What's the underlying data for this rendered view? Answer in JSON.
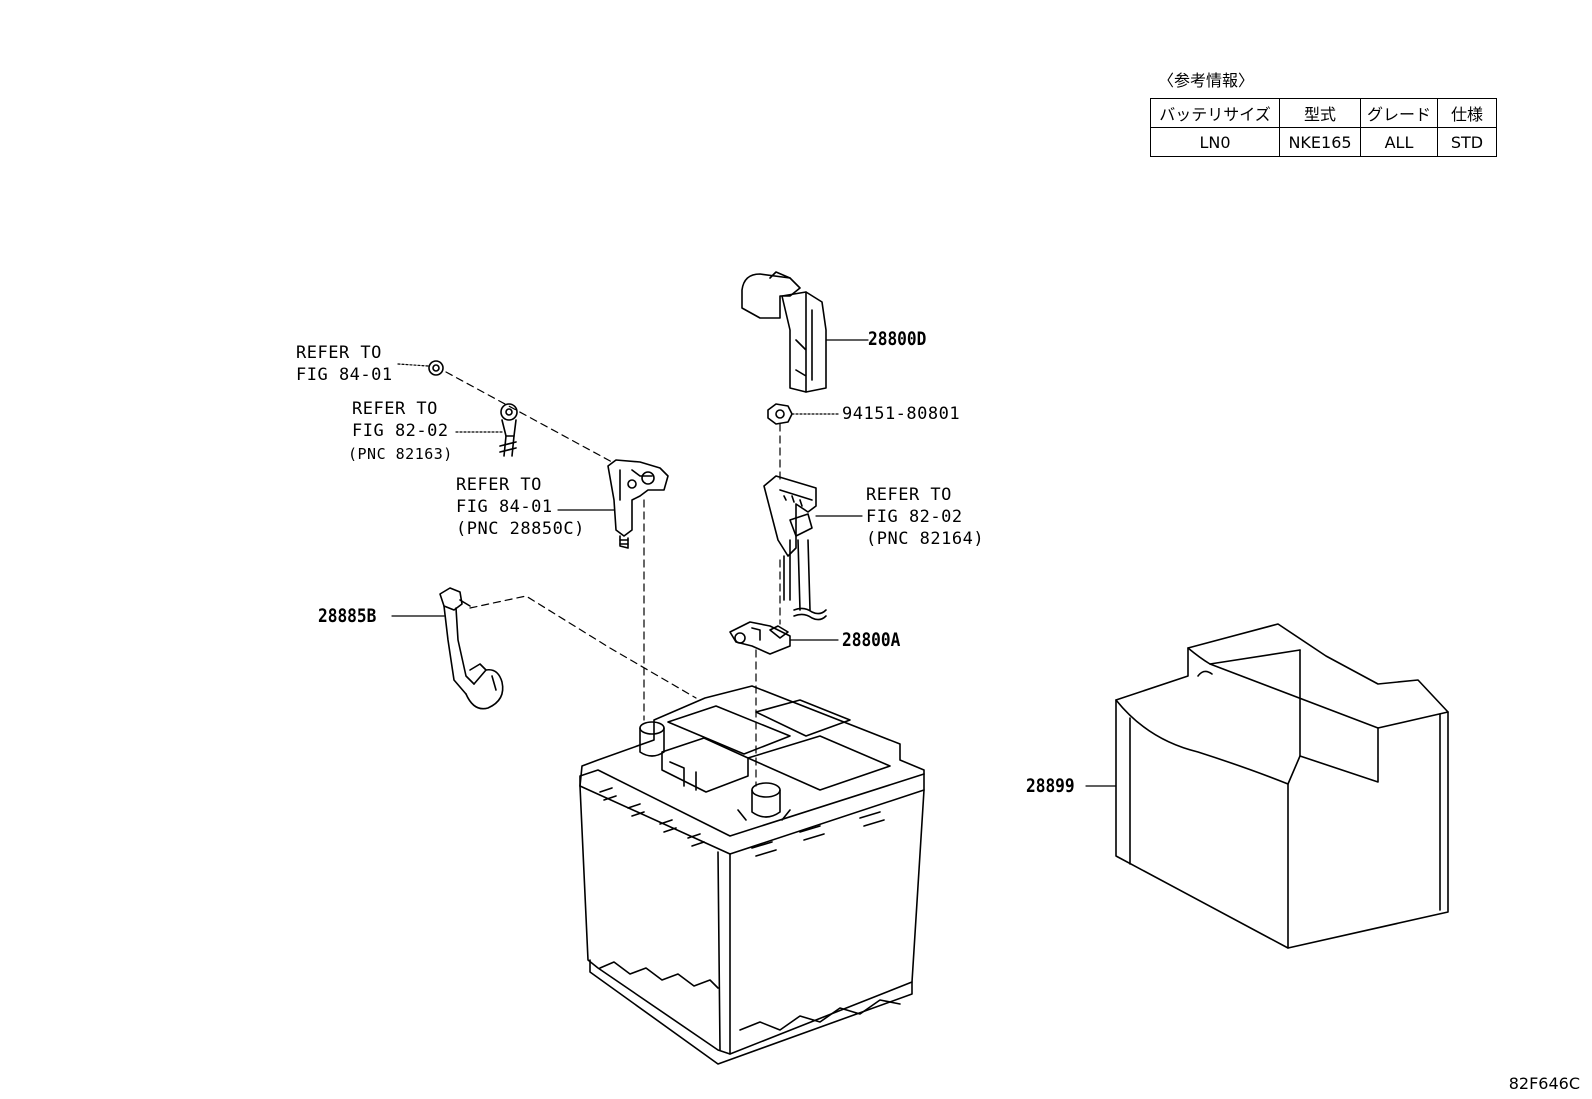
{
  "reference_info": {
    "caption": "〈参考情報〉",
    "headers": [
      "バッテリサイズ",
      "型式",
      "グレード",
      "仕様"
    ],
    "row": [
      "LN0",
      "NKE165",
      "ALL",
      "STD"
    ]
  },
  "callouts": {
    "p28800d": "28800D",
    "p94151": "94151-80801",
    "p28800a": "28800A",
    "p28885b": "28885B",
    "p28899": "28899",
    "ref_fig8401_top": [
      "REFER TO",
      "FIG 84-01"
    ],
    "ref_fig8202_left": [
      "REFER TO",
      "FIG 82-02",
      "(PNC 82163)"
    ],
    "ref_fig8401_mid": [
      "REFER TO",
      "FIG 84-01",
      "(PNC 28850C)"
    ],
    "ref_fig8202_right": [
      "REFER TO",
      "FIG 82-02",
      "(PNC 82164)"
    ]
  },
  "figure_code": "82F646C"
}
